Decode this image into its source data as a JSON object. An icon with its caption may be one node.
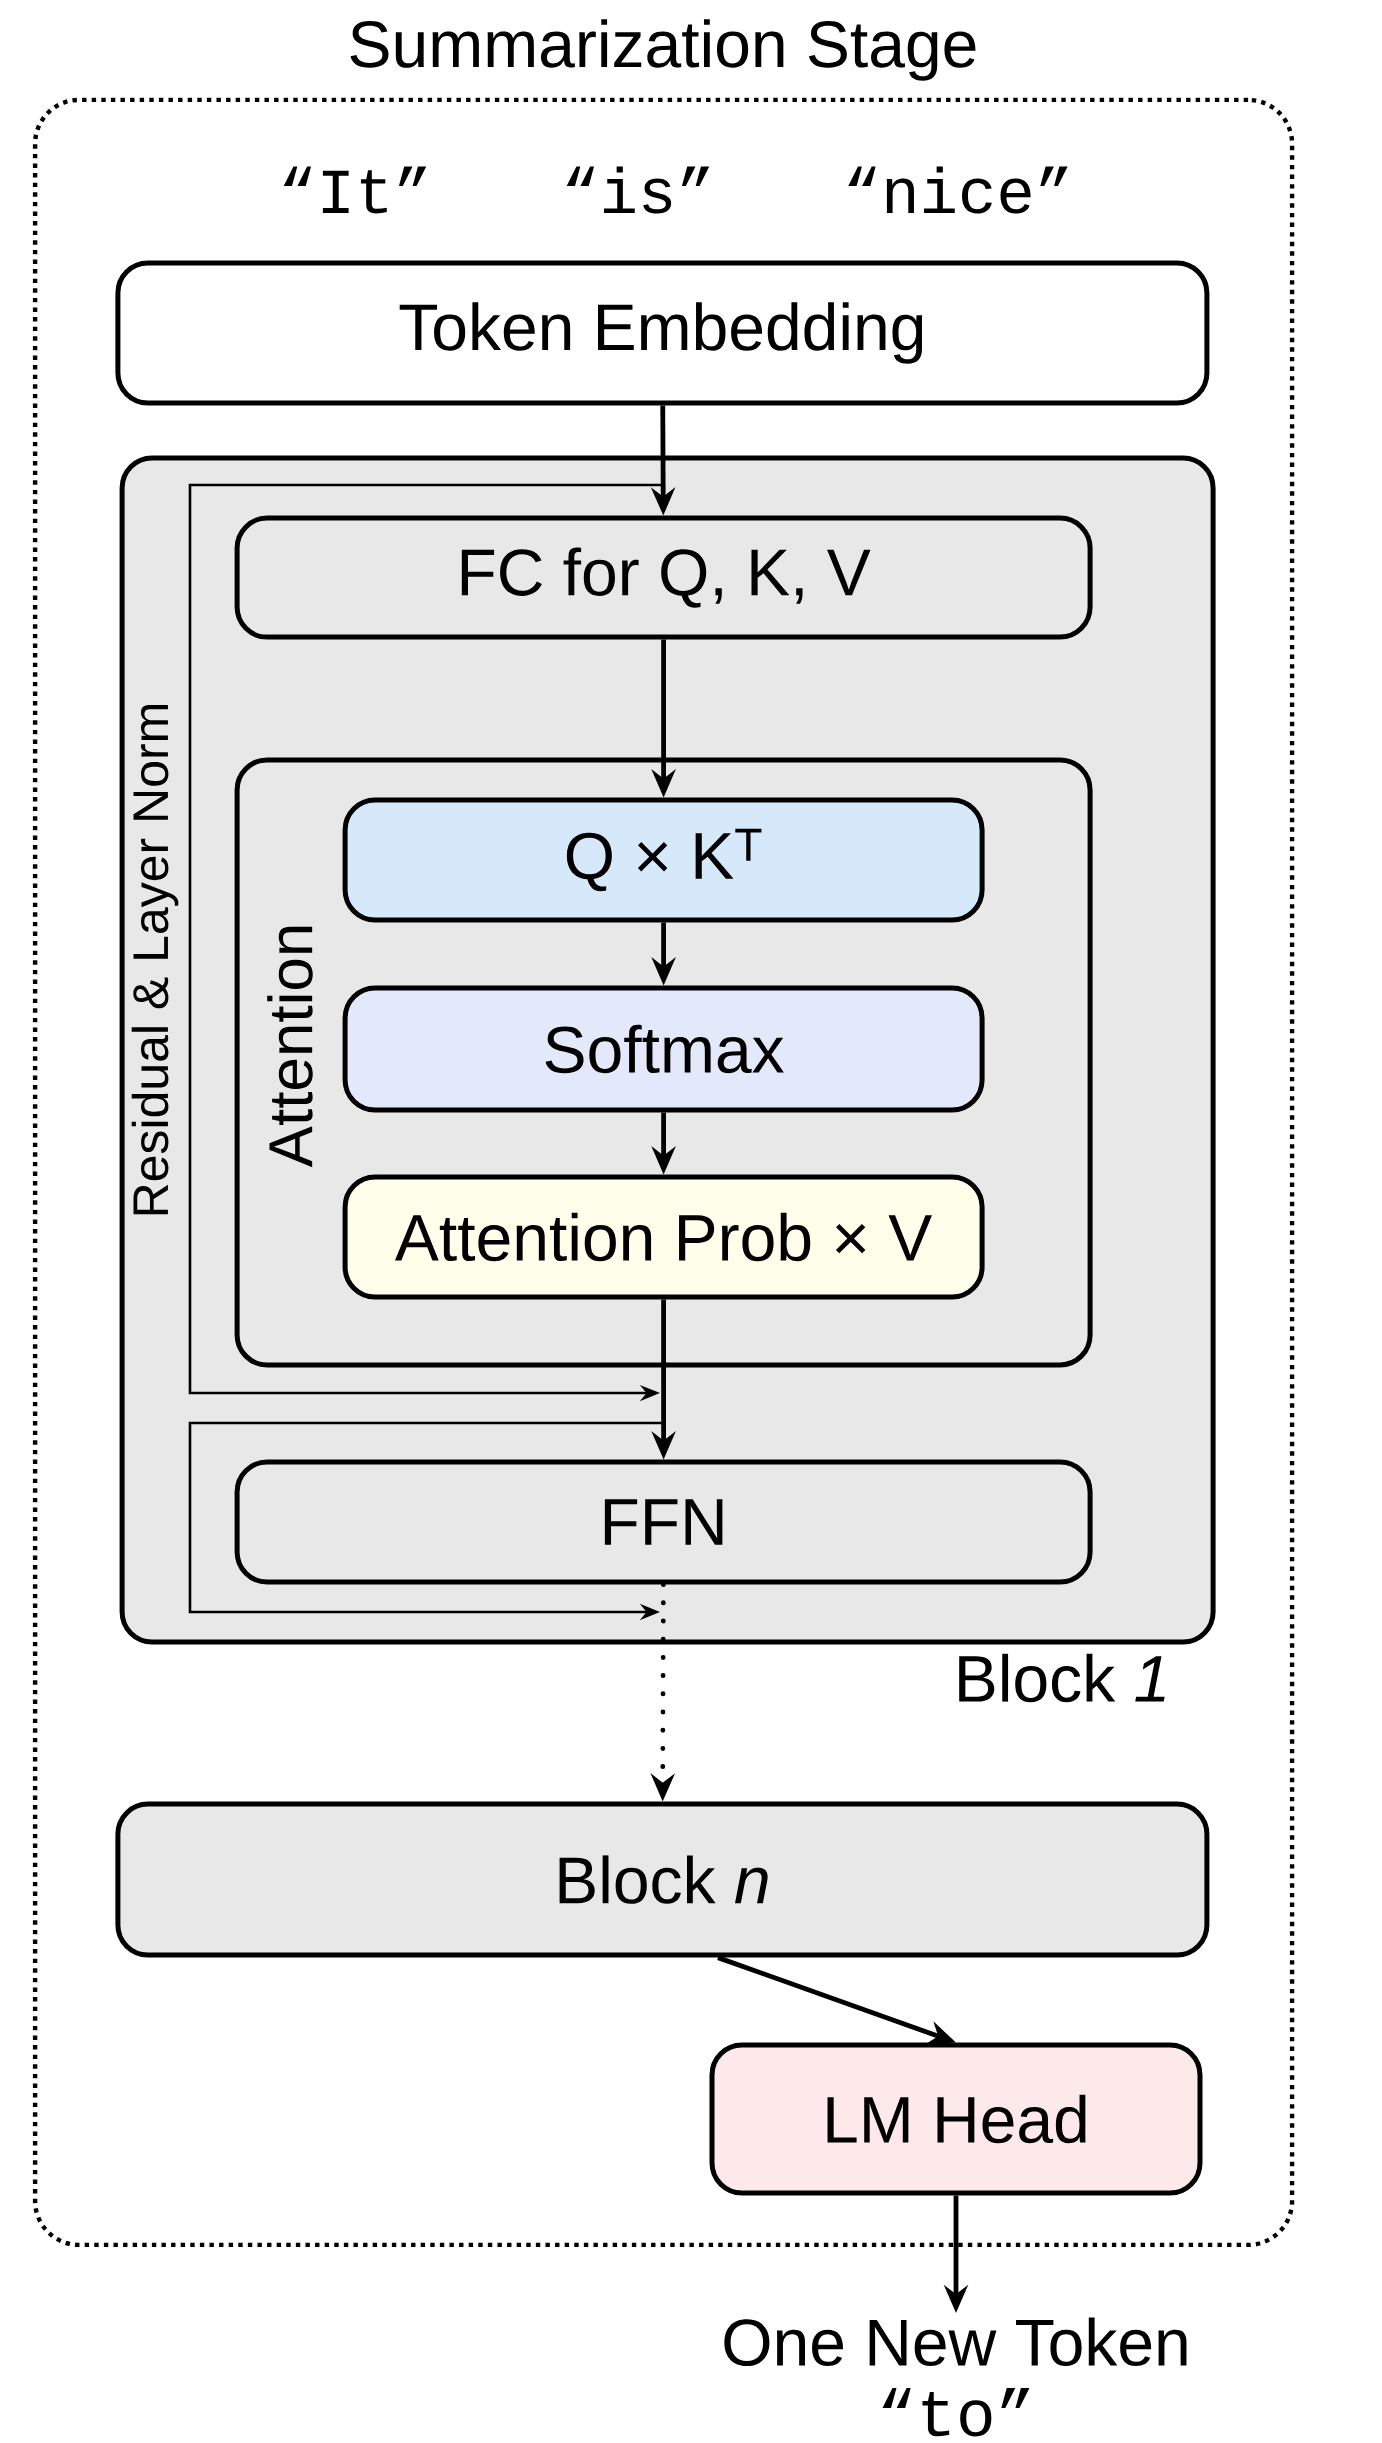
{
  "diagram": {
    "nodes": [
      {
        "text": [
          "Summarization Stage"
        ]
      },
      {
        "text": [
          "Token Embedding"
        ],
        "beside": [
          "“It”",
          "“is”",
          "“nice”"
        ],
        "in": 0
      },
      {
        "text": [
          "Block *1*"
        ],
        "in": 0
      },
      {
        "text": [
          "FC for Q, K, V"
        ],
        "in": 2
      },
      {
        "text": [
          "Attention"
        ],
        "in": 2
      },
      {
        "text": [
          "Q × K$^{T}$"
        ],
        "in": 4
      },
      {
        "text": [
          "Softmax"
        ],
        "in": 4
      },
      {
        "text": [
          "Attention Prob × V"
        ],
        "in": 4
      },
      {
        "text": [
          "FFN"
        ],
        "in": 2
      },
      {
        "text": [
          "Block *n*"
        ],
        "in": 0
      },
      {
        "text": [
          "LM Head"
        ],
        "in": 0
      },
      {
        "text": [
          "One New Token",
          "“to”"
        ]
      }
    ],
    "edges": [
      {
        "from": 1,
        "to": 3,
        "arrow": "to"
      },
      {
        "from": 3,
        "to": 5,
        "arrow": "to"
      },
      {
        "from": 5,
        "to": 6,
        "arrow": "to"
      },
      {
        "from": 6,
        "to": 7,
        "arrow": "to"
      },
      {
        "from": 7,
        "to": 8,
        "arrow": "to"
      },
      {
        "from": 8,
        "to": 9,
        "arrow": "to",
        "style": "dashed"
      },
      {
        "from": 9,
        "to": 10,
        "arrow": "to"
      },
      {
        "from": 10,
        "to": 11,
        "arrow": "to"
      }
    ],
    "labels": [
      "Residual & Layer Norm"
    ]
  }
}
